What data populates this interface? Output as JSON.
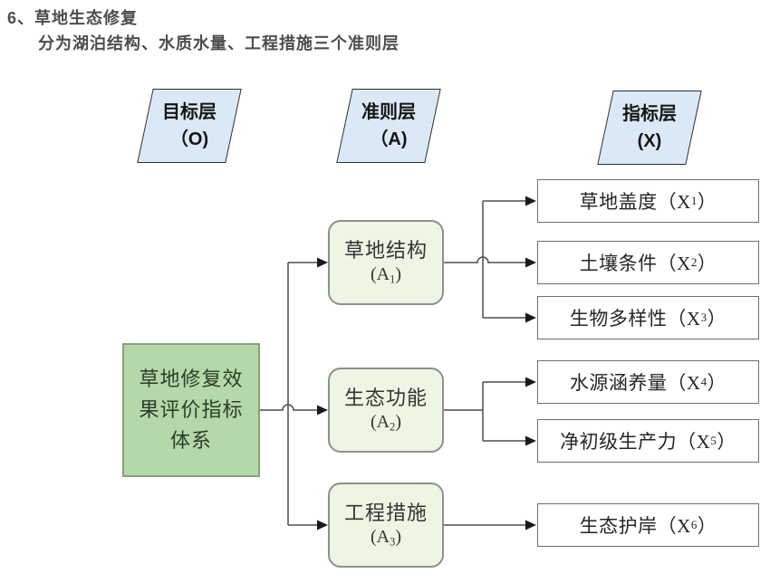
{
  "heading": {
    "line1": "6、草地生态修复",
    "line2": "分为湖泊结构、水质水量、工程措施三个准则层"
  },
  "layer_headers": [
    {
      "title": "目标层",
      "code": "（O)"
    },
    {
      "title": "准则层",
      "code": "（A)"
    },
    {
      "title": "指标层",
      "code": "(X)"
    }
  ],
  "goal": {
    "label": "草地修复效果评价指标体系"
  },
  "criteria": [
    {
      "name": "草地结构",
      "code_pre": "(A",
      "code_sub": "1",
      "code_post": ")"
    },
    {
      "name": "生态功能",
      "code_pre": "(A",
      "code_sub": "2",
      "code_post": ")"
    },
    {
      "name": "工程措施",
      "code_pre": "(A",
      "code_sub": "3",
      "code_post": ")"
    }
  ],
  "indicators": [
    {
      "pre": "草地盖度（X",
      "sub": "1",
      "post": "）"
    },
    {
      "pre": "土壤条件（X",
      "sub": "2",
      "post": "）"
    },
    {
      "pre": "生物多样性（X",
      "sub": "3",
      "post": "）"
    },
    {
      "pre": "水源涵养量（X",
      "sub": "4",
      "post": "）"
    },
    {
      "pre": "净初级生产力（X",
      "sub": "5",
      "post": "）"
    },
    {
      "pre": "生态护岸（X",
      "sub": "6",
      "post": "）"
    }
  ],
  "colors": {
    "heading_text": "#4d4d4d",
    "layer_header_fill": "#dbe9f6",
    "layer_header_border": "#2e2e2e",
    "goal_fill": "#b5d8a8",
    "goal_border": "#87a478",
    "criteria_fill": "#edf5e3",
    "criteria_border": "#8f8f8f",
    "indicator_fill": "#ffffff",
    "indicator_border": "#6e6e6e",
    "connector": "#4d4d4d",
    "arrowhead": "#1a1a1a"
  }
}
